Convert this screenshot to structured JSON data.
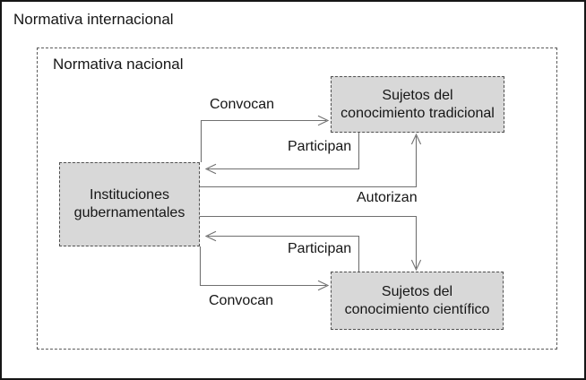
{
  "diagram": {
    "outer_label": "Normativa internacional",
    "inner_label": "Normativa nacional",
    "nodes": {
      "government": {
        "lines": [
          "Instituciones",
          "gubernamentales"
        ]
      },
      "traditional": {
        "lines": [
          "Sujetos del",
          "conocimiento tradicional"
        ]
      },
      "scientific": {
        "lines": [
          "Sujetos del",
          "conocimiento científico"
        ]
      }
    },
    "edges": {
      "convene_traditional": {
        "label": "Convocan"
      },
      "participate_traditional": {
        "label": "Participan"
      },
      "authorize": {
        "label": "Autorizan"
      },
      "participate_scientific": {
        "label": "Participan"
      },
      "convene_scientific": {
        "label": "Convocan"
      }
    },
    "colors": {
      "node_fill": "#d8d8d8",
      "node_border": "#4f4f4f",
      "connector": "#707070",
      "frame_border": "#161616",
      "text": "#161616"
    }
  }
}
